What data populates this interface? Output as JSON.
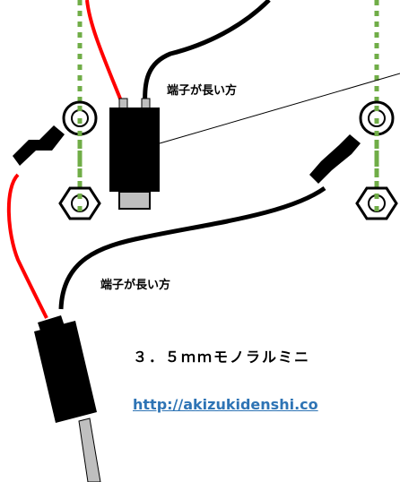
{
  "labels": {
    "long_terminal_top": "端子が長い方",
    "long_terminal_bottom": "端子が長い方"
  },
  "product": {
    "name": "３．５ｍｍモノラルミニ",
    "link": "http://akizukidenshi.co"
  },
  "colors": {
    "wire_red": "#ff0000",
    "wire_black": "#000000",
    "dotted_green": "#70ad47",
    "metal_grey": "#bfbfbf",
    "link_blue": "#2e74b5"
  }
}
